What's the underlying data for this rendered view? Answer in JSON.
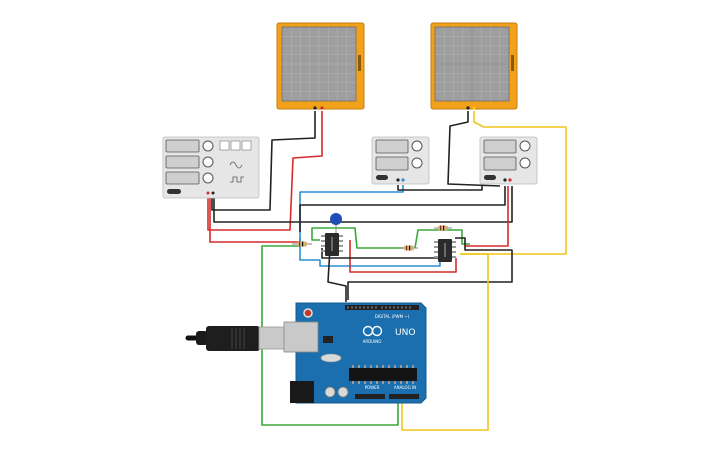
{
  "colors": {
    "wire_red": "#d62b2b",
    "wire_black": "#222222",
    "wire_blue": "#2a8fd6",
    "wire_green": "#3aa83a",
    "wire_yellow": "#f0c419",
    "oscilloscope_frame": "#f2a11a",
    "arduino_board": "#1b6fae",
    "instrument_body": "#e6e6e6"
  },
  "components": {
    "oscilloscope_1": {
      "icon": "oscilloscope-icon",
      "label": ""
    },
    "oscilloscope_2": {
      "icon": "oscilloscope-icon",
      "label": ""
    },
    "function_generator": {
      "icon": "function-generator-icon"
    },
    "power_supply_1": {
      "icon": "power-supply-icon"
    },
    "power_supply_2": {
      "icon": "power-supply-icon"
    },
    "arduino": {
      "icon": "arduino-uno-icon",
      "model_label": "UNO",
      "brand_label": "ARDUINO",
      "digital_label": "DIGITAL (PWM ~)",
      "analog_label": "ANALOG IN",
      "power_label": "POWER"
    },
    "usb_cable": {
      "icon": "usb-cable-icon"
    }
  }
}
